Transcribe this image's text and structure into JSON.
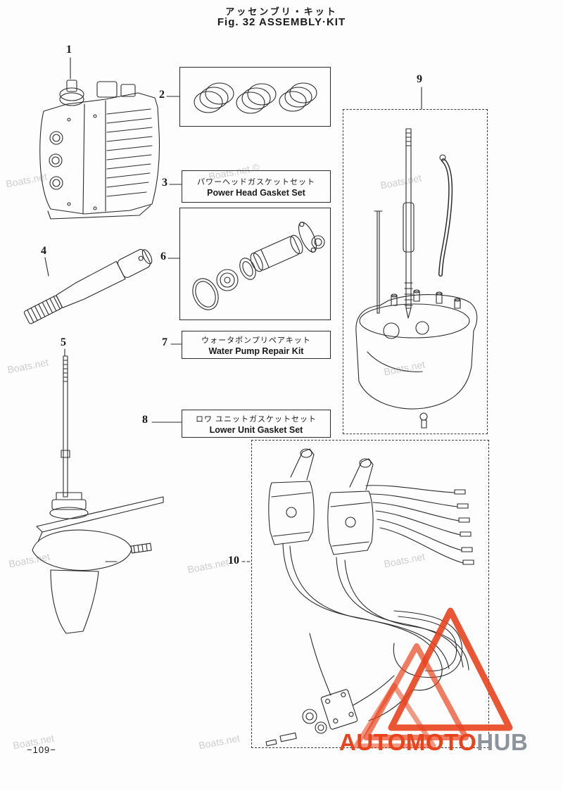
{
  "header": {
    "title_jp": "アッセンブリ・キット",
    "fig_line": "Fig. 32  ASSEMBLY·KIT"
  },
  "callouts": {
    "n1": "1",
    "n2": "2",
    "n3": "3",
    "n4": "4",
    "n5": "5",
    "n6": "6",
    "n7": "7",
    "n8": "8",
    "n9": "9",
    "n10": "10"
  },
  "label_boxes": {
    "power_head_gasket": {
      "jp": "パワーヘッドガスケットセット",
      "en": "Power Head Gasket Set"
    },
    "water_pump_repair": {
      "jp": "ウォータポンプリペアキット",
      "en": "Water Pump Repair Kit"
    },
    "lower_unit_gasket": {
      "jp": "ロワ ユニットガスケットセット",
      "en": "Lower Unit Gasket Set"
    }
  },
  "watermark": {
    "text": "Boats.net",
    "text_c": "Boats.net ©"
  },
  "footer": {
    "page_number": "−109−"
  },
  "logo": {
    "automoto": "AUTOMOTO",
    "hub": "HUB",
    "red": "#e8431d",
    "gray": "#8d939b"
  }
}
